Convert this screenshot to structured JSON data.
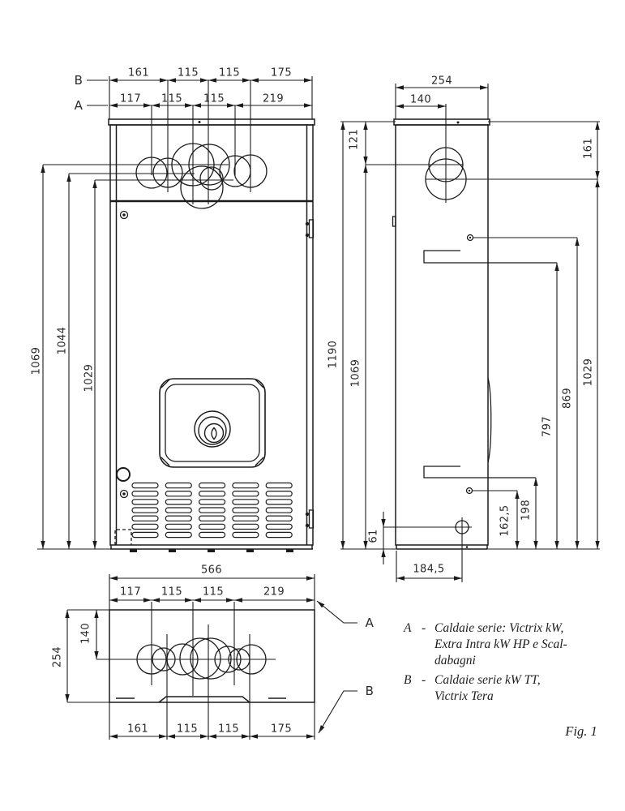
{
  "front": {
    "row_b": {
      "label": "B",
      "segments": [
        "161",
        "115",
        "115",
        "175"
      ]
    },
    "row_a": {
      "label": "A",
      "segments": [
        "117",
        "115",
        "115",
        "219"
      ]
    },
    "heights": {
      "h1": "1069",
      "h2": "1044",
      "h3": "1029"
    }
  },
  "side": {
    "width": "254",
    "flue_x": "140",
    "top_left": "121",
    "top_right": "161",
    "total_height": "1190",
    "casing_height": "1069",
    "r1": "1029",
    "r2": "869",
    "r3": "797",
    "r4": "198",
    "r5": "162,5",
    "foot": "61",
    "base_depth": "184,5"
  },
  "bottom": {
    "width": "566",
    "row_a": {
      "segments": [
        "117",
        "115",
        "115",
        "219"
      ]
    },
    "row_b": {
      "segments": [
        "161",
        "115",
        "115",
        "175"
      ]
    },
    "depth": "254",
    "flue_x": "140",
    "callout_a": "A",
    "callout_b": "B"
  },
  "legend": {
    "items": [
      {
        "key": "A",
        "sep": "-",
        "lines": [
          "Caldaie serie: Victrix kW,",
          "Extra Intra kW HP e Scal-",
          "dabagni"
        ]
      },
      {
        "key": "B",
        "sep": "-",
        "lines": [
          "Caldaie serie kW TT,",
          "Victrix Tera"
        ]
      }
    ]
  },
  "caption": "Fig. 1",
  "colors": {
    "line": "#1b1b1b",
    "background": "#ffffff"
  }
}
